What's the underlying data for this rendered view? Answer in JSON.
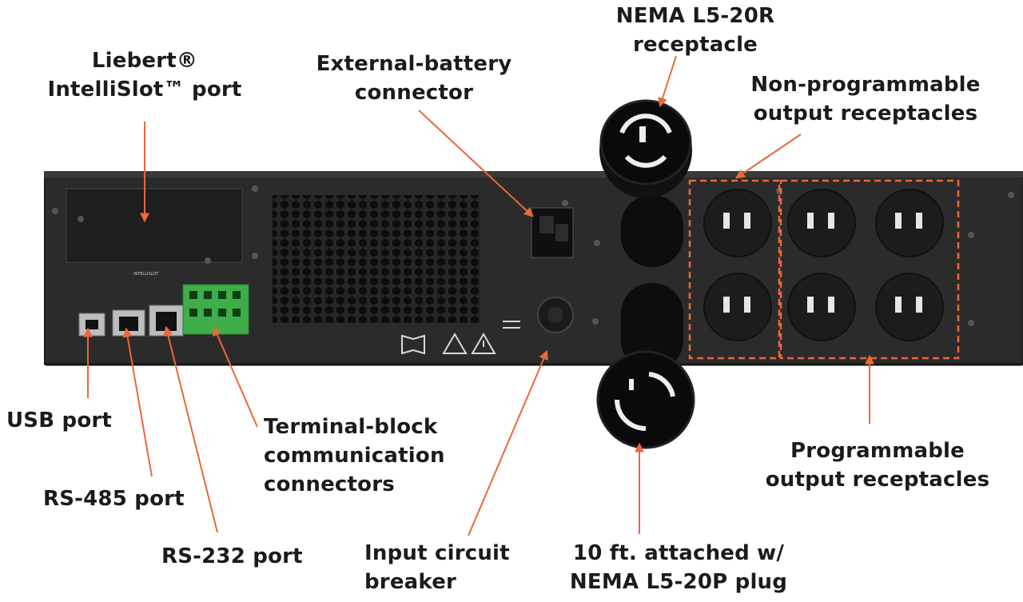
{
  "labels": {
    "intellislot": [
      "Liebert®",
      "IntelliSlot™ port"
    ],
    "external_battery": [
      "External-battery",
      "connector"
    ],
    "nema_receptacle": [
      "NEMA L5-20R",
      "receptacle"
    ],
    "non_programmable": [
      "Non-programmable",
      "output receptacles"
    ],
    "usb": [
      "USB port"
    ],
    "rs485": [
      "RS-485 port"
    ],
    "rs232": [
      "RS-232 port"
    ],
    "terminal_block": [
      "Terminal-block",
      "communication",
      "connectors"
    ],
    "input_breaker": [
      "Input circuit",
      "breaker"
    ],
    "attached_plug": [
      "10 ft. attached w/",
      "NEMA L5-20P plug"
    ],
    "programmable": [
      "Programmable",
      "output receptacles"
    ]
  },
  "colors": {
    "arrow": "#e8693a",
    "panel": "#2a2a2a",
    "panel_edge": "#1a1a1a",
    "terminal_green": "#3fae49",
    "outline": "#e8693a"
  }
}
